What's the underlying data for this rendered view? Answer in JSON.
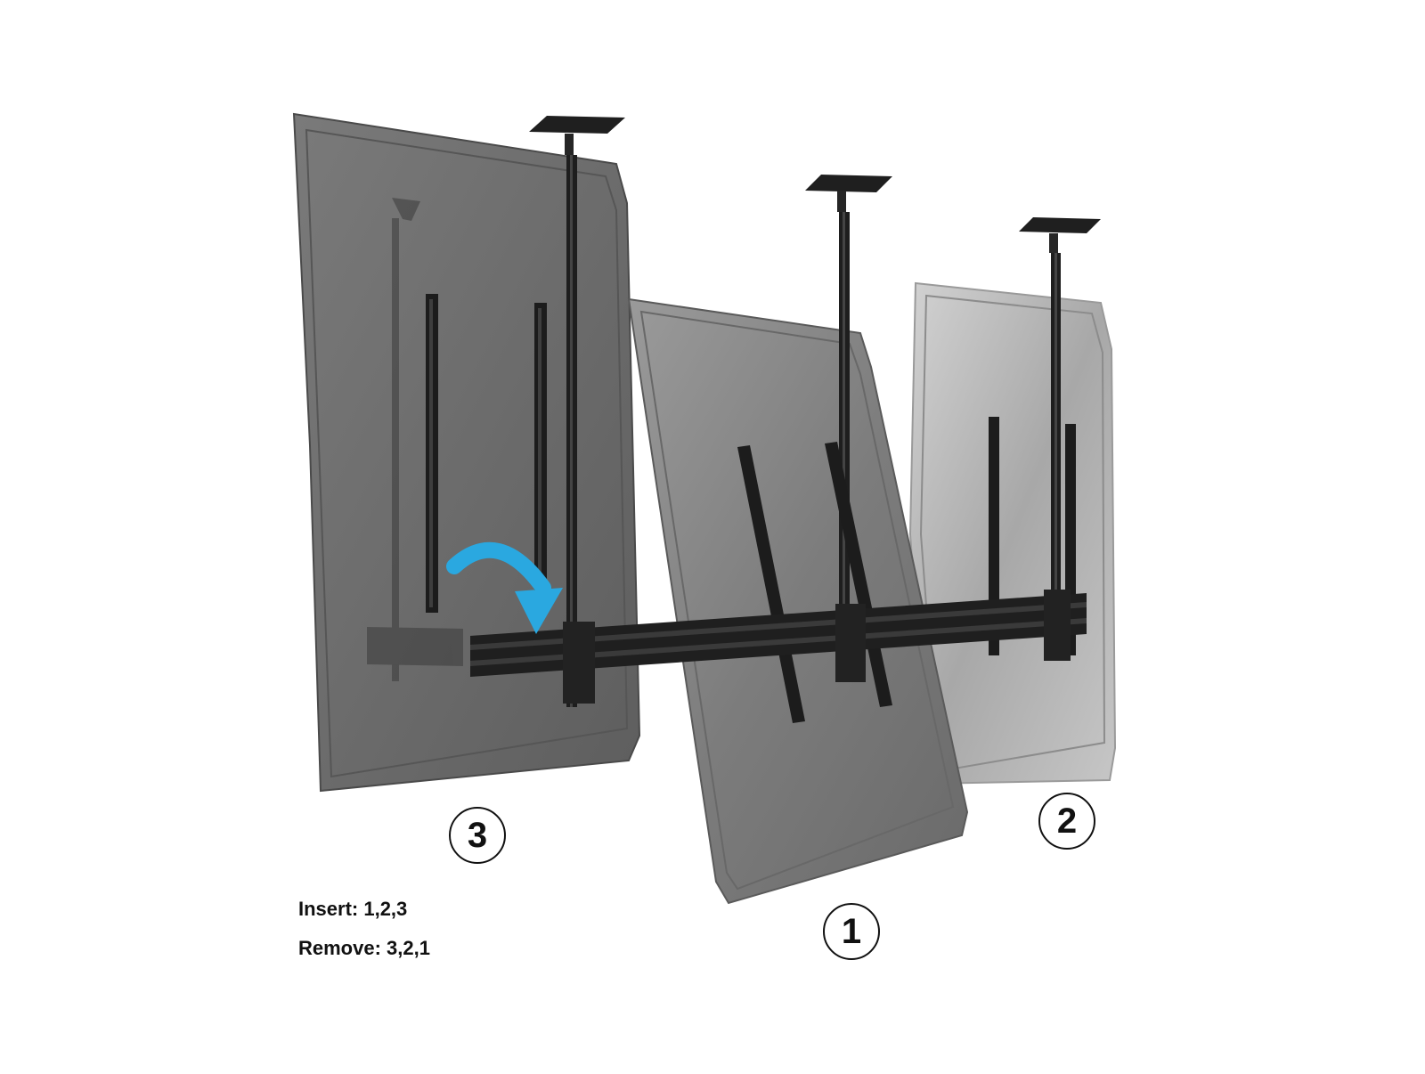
{
  "figure": {
    "steps": [
      {
        "id": "step-3",
        "number": "3"
      },
      {
        "id": "step-2",
        "number": "2"
      },
      {
        "id": "step-1",
        "number": "1"
      }
    ],
    "instructions": {
      "insert": "Insert: 1,2,3",
      "remove": "Remove: 3,2,1"
    },
    "colors": {
      "background": "#ffffff",
      "panel_dark": "#6e6e6e",
      "panel_mid": "#8a8a8a",
      "panel_light": "#b8b8b8",
      "hardware": "#1f1f1f",
      "arrow": "#2aa8e0"
    },
    "icons": [
      "curved-arrow-icon"
    ]
  }
}
